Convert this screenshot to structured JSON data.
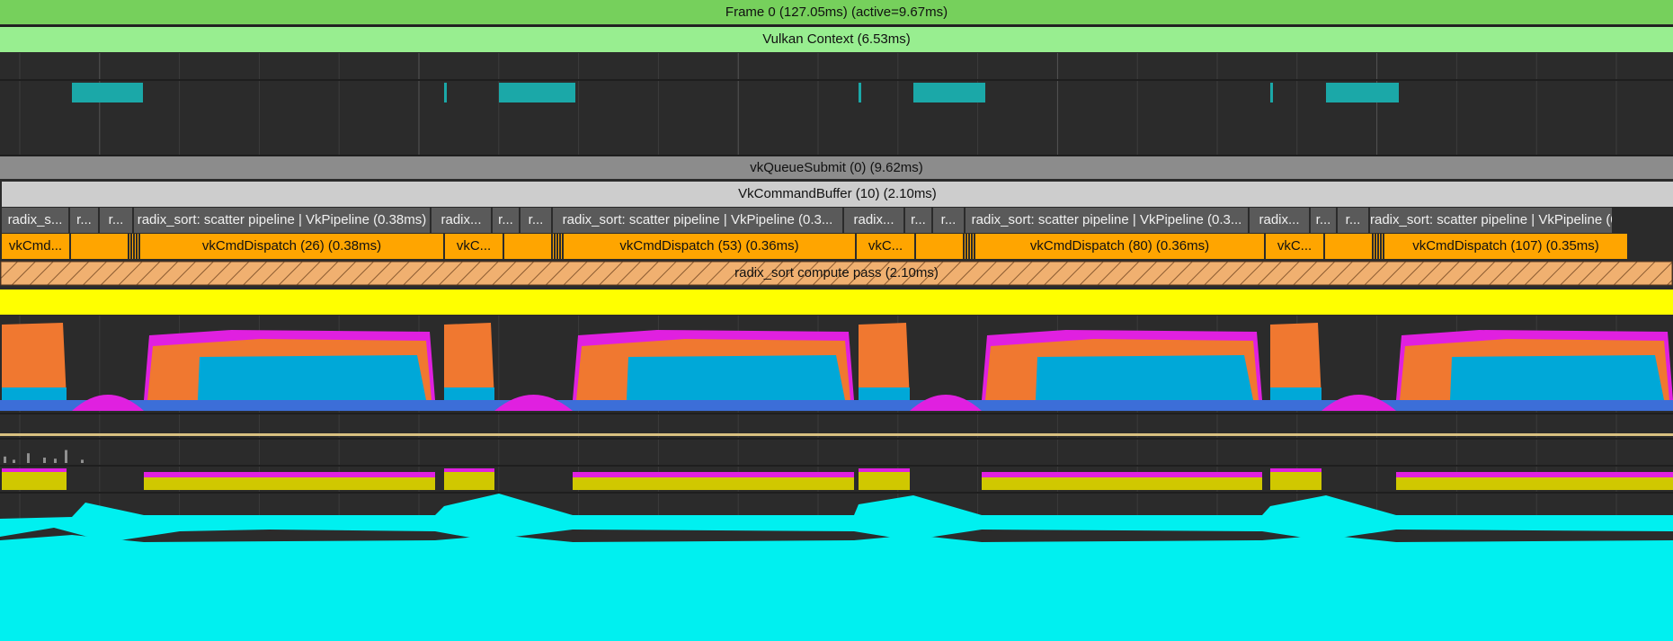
{
  "tracks": {
    "frame": {
      "label": "Frame 0 (127.05ms) (active=9.67ms)",
      "color": "#76d05c"
    },
    "vulkan_context": {
      "label": "Vulkan Context (6.53ms)",
      "color": "#98ee90"
    },
    "queue_submit": {
      "label": "vkQueueSubmit (0) (9.62ms)",
      "color": "#8c8c8c"
    },
    "command_buffer": {
      "label": "VkCommandBuffer (10) (2.10ms)",
      "color": "#cdcdcd"
    },
    "compute_pass": {
      "label": "radix_sort compute pass (2.10ms)",
      "color": "#f0b070"
    },
    "yellow_bar": {
      "color": "#ffff00"
    }
  },
  "pipelines": [
    {
      "label": "radix_s..."
    },
    {
      "label": "r..."
    },
    {
      "label": "r..."
    },
    {
      "label": "radix_sort: scatter pipeline | VkPipeline (0.38ms)"
    },
    {
      "label": "radix..."
    },
    {
      "label": "r..."
    },
    {
      "label": "r..."
    },
    {
      "label": "radix_sort: scatter pipeline | VkPipeline (0.3..."
    },
    {
      "label": "radix..."
    },
    {
      "label": "r..."
    },
    {
      "label": "r..."
    },
    {
      "label": "radix_sort: scatter pipeline | VkPipeline (0.3..."
    },
    {
      "label": "radix..."
    },
    {
      "label": "r..."
    },
    {
      "label": "r..."
    },
    {
      "label": "radix_sort: scatter pipeline | VkPipeline (0..."
    }
  ],
  "dispatches": [
    {
      "label": "vkCmd..."
    },
    {
      "label": ""
    },
    {
      "label": "vkCmdDispatch (26) (0.38ms)"
    },
    {
      "label": "vkC..."
    },
    {
      "label": ""
    },
    {
      "label": "vkCmdDispatch (53) (0.36ms)"
    },
    {
      "label": "vkC..."
    },
    {
      "label": ""
    },
    {
      "label": "vkCmdDispatch (80) (0.36ms)"
    },
    {
      "label": "vkC..."
    },
    {
      "label": ""
    },
    {
      "label": "vkCmdDispatch (107) (0.35ms)"
    }
  ],
  "colors": {
    "teal_marker": "#1ba8a8",
    "orange": "#f07830",
    "magenta": "#e020e0",
    "blue": "#00a8d8",
    "deep_blue": "#3c6ed8",
    "olive": "#d0c800",
    "cyan": "#00f0f0",
    "tan_line": "#d8c080"
  }
}
